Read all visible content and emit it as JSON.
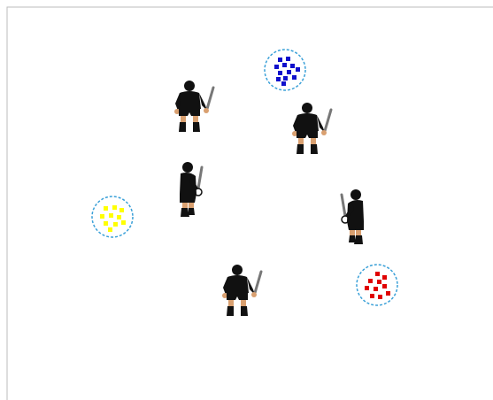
{
  "drill": {
    "title": "",
    "cones": [
      {
        "id": "blue",
        "color": "#1010cc",
        "ring": "#3aa0d8",
        "dots": 12
      },
      {
        "id": "yellow",
        "color": "#ffff00",
        "ring": "#3aa0d8",
        "dots": 10
      },
      {
        "id": "red",
        "color": "#e00000",
        "ring": "#3aa0d8",
        "dots": 10
      }
    ],
    "players": [
      {
        "id": "player-1",
        "facing": "front"
      },
      {
        "id": "player-2",
        "facing": "front"
      },
      {
        "id": "player-3",
        "facing": "side-right"
      },
      {
        "id": "player-4",
        "facing": "side-left"
      },
      {
        "id": "player-5",
        "facing": "front"
      }
    ],
    "colors": {
      "player_kit": "#000000",
      "skin": "#d9a070",
      "stick": "#888888",
      "frame": "#bbbbbb"
    }
  }
}
